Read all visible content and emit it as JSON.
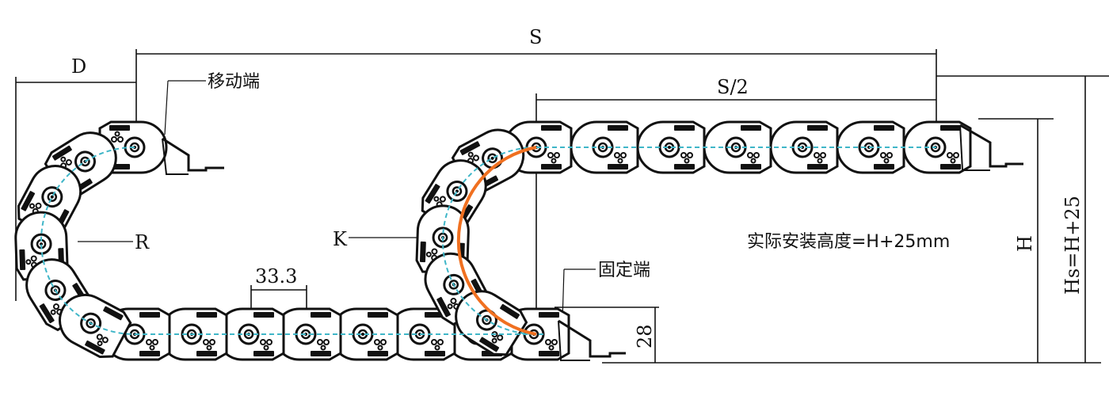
{
  "diagram": {
    "labels": {
      "s": "S",
      "s_half": "S/2",
      "d": "D",
      "r": "R",
      "k": "K",
      "h": "H",
      "hs": "Hs=H+25",
      "pitch": "33.3",
      "h28": "28",
      "moving_end": "移动端",
      "fixed_end": "固定端",
      "install_height": "实际安装高度=H+25mm"
    },
    "colors": {
      "centerline": "#3fb6c8",
      "bend_arc": "#f07020",
      "ink": "#111111"
    }
  }
}
